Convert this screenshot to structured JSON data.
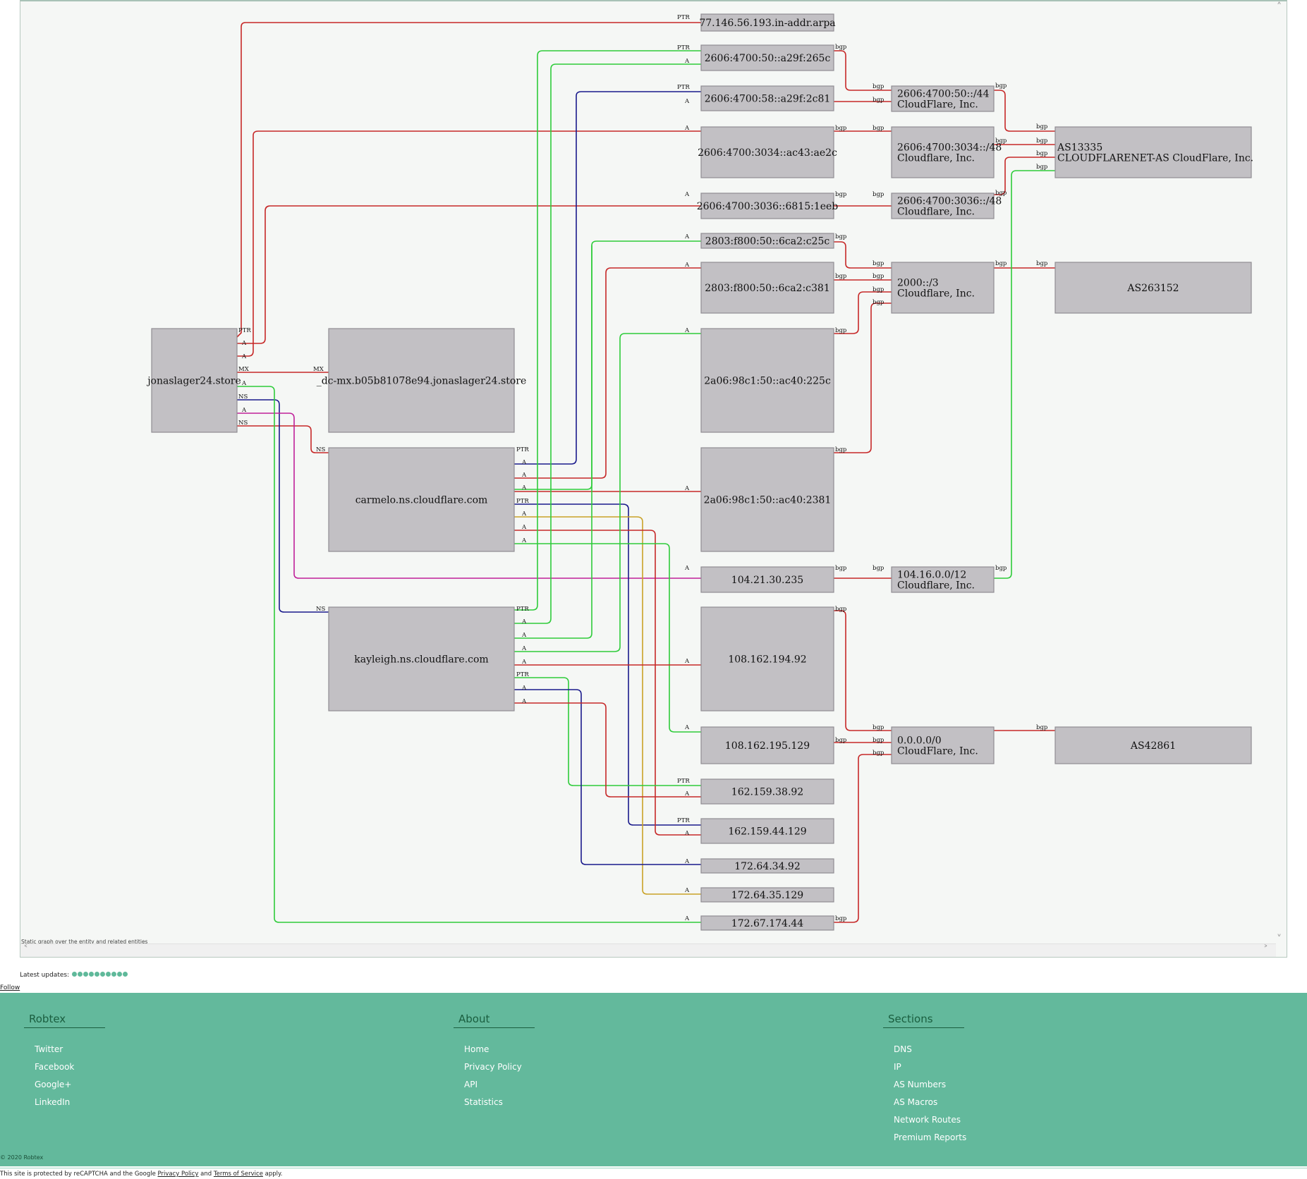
{
  "graph": {
    "caption": "Static graph over the entity and related entities",
    "colors": {
      "red": "#c62828",
      "green": "#2ecc3a",
      "navy": "#1a1a8c",
      "magenta": "#c0209a",
      "gold": "#c9a227"
    },
    "nodes": {
      "jonaslager": "jonaslager24.store",
      "dcmx": "_dc-mx.b05b81078e94.jonaslager24.store",
      "carmelo": "carmelo.ns.cloudflare.com",
      "kayleigh": "kayleigh.ns.cloudflare.com",
      "arpa": "77.146.56.193.in-addr.arpa",
      "v6a": "2606:4700:50::a29f:265c",
      "v6b": "2606:4700:58::a29f:2c81",
      "v6c": "2606:4700:3034::ac43:ae2c",
      "v6d": "2606:4700:3036::6815:1eeb",
      "v6e": "2803:f800:50::6ca2:c25c",
      "v6f": "2803:f800:50::6ca2:c381",
      "v6g": "2a06:98c1:50::ac40:225c",
      "v6h": "2a06:98c1:50::ac40:2381",
      "ip1": "104.21.30.235",
      "ip2": "108.162.194.92",
      "ip3": "108.162.195.129",
      "ip4": "162.159.38.92",
      "ip5": "162.159.44.129",
      "ip6": "172.64.34.92",
      "ip7": "172.64.35.129",
      "ip8": "172.67.174.44",
      "r1a": "2606:4700:50::/44",
      "r1b": "CloudFlare, Inc.",
      "r2a": "2606:4700:3034::/48",
      "r2b": "Cloudflare, Inc.",
      "r3a": "2606:4700:3036::/48",
      "r3b": "Cloudflare, Inc.",
      "r4a": "2000::/3",
      "r4b": "Cloudflare, Inc.",
      "r5a": "104.16.0.0/12",
      "r5b": "Cloudflare, Inc.",
      "r6a": "0.0.0.0/0",
      "r6b": "CloudFlare, Inc.",
      "as1a": "AS13335",
      "as1b": "CLOUDFLARENET-AS CloudFlare, Inc.",
      "as2": "AS263152",
      "as3": "AS42861"
    },
    "edge_labels": {
      "ptr": "PTR",
      "a": "A",
      "mx": "MX",
      "ns": "NS",
      "bgp": "bgp"
    }
  },
  "updates": {
    "label": "Latest updates:",
    "dot_count": 10
  },
  "follow_label": "Follow",
  "footer": {
    "columns": [
      {
        "title": "Robtex",
        "links": [
          "Twitter",
          "Facebook",
          "Google+",
          "LinkedIn"
        ]
      },
      {
        "title": "About",
        "links": [
          "Home",
          "Privacy Policy",
          "API",
          "Statistics"
        ]
      },
      {
        "title": "Sections",
        "links": [
          "DNS",
          "IP",
          "AS Numbers",
          "AS Macros",
          "Network Routes",
          "Premium Reports"
        ]
      }
    ],
    "copyright": "© 2020 Robtex"
  },
  "recaptcha": {
    "prefix": "This site is protected by reCAPTCHA and the Google",
    "privacy": "Privacy Policy",
    "and": "and",
    "terms": "Terms of Service",
    "suffix": "apply."
  }
}
